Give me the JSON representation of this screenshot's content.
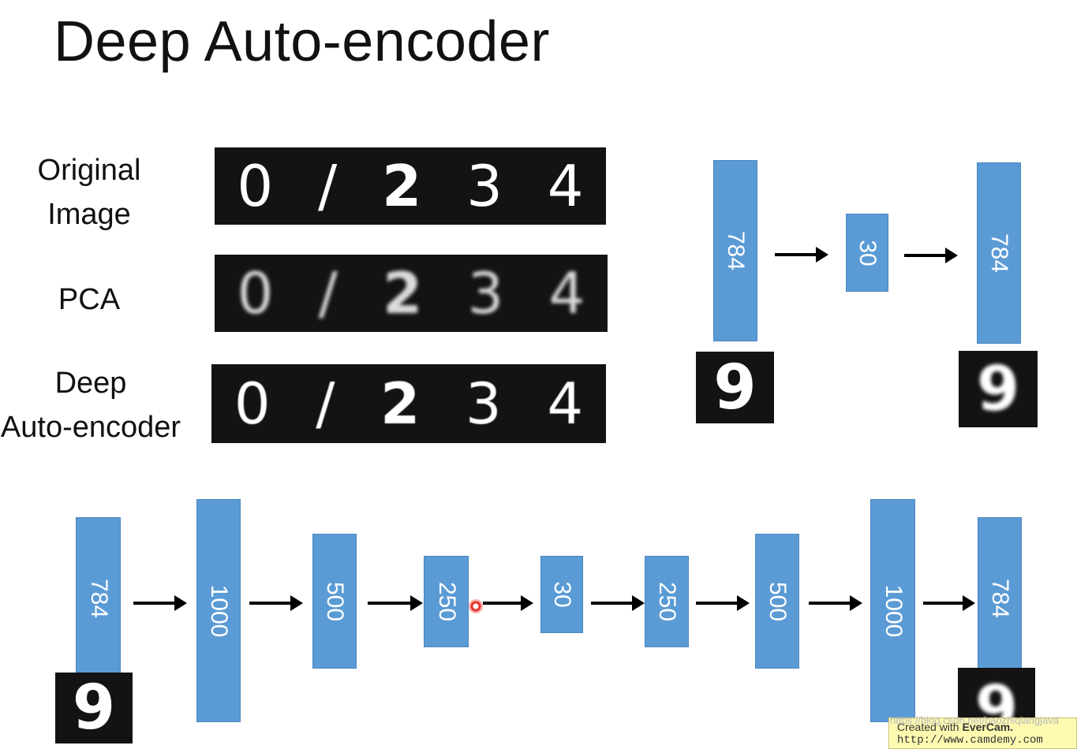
{
  "title": "Deep Auto-encoder",
  "rows": [
    {
      "label_line1": "Original",
      "label_line2": "Image"
    },
    {
      "label_line1": "PCA",
      "label_line2": ""
    },
    {
      "label_line1": "Deep",
      "label_line2": "Auto-encoder"
    }
  ],
  "digits": [
    "0",
    "/",
    "2",
    "3",
    "4"
  ],
  "thumb_digit": "9",
  "shallow_layers": [
    "784",
    "30",
    "784"
  ],
  "deep_layers": [
    "784",
    "1000",
    "500",
    "250",
    "30",
    "250",
    "500",
    "1000",
    "784"
  ],
  "watermark_text": "https://blog.csdn.net/baozhiqiangjava",
  "evercam": {
    "line1_prefix": "Created with ",
    "line1_brand": "EverCam.",
    "line2": "http://www.camdemy.com"
  },
  "colors": {
    "layer": "#5b9bd5",
    "strip": "#141212",
    "arrow": "#000000"
  }
}
